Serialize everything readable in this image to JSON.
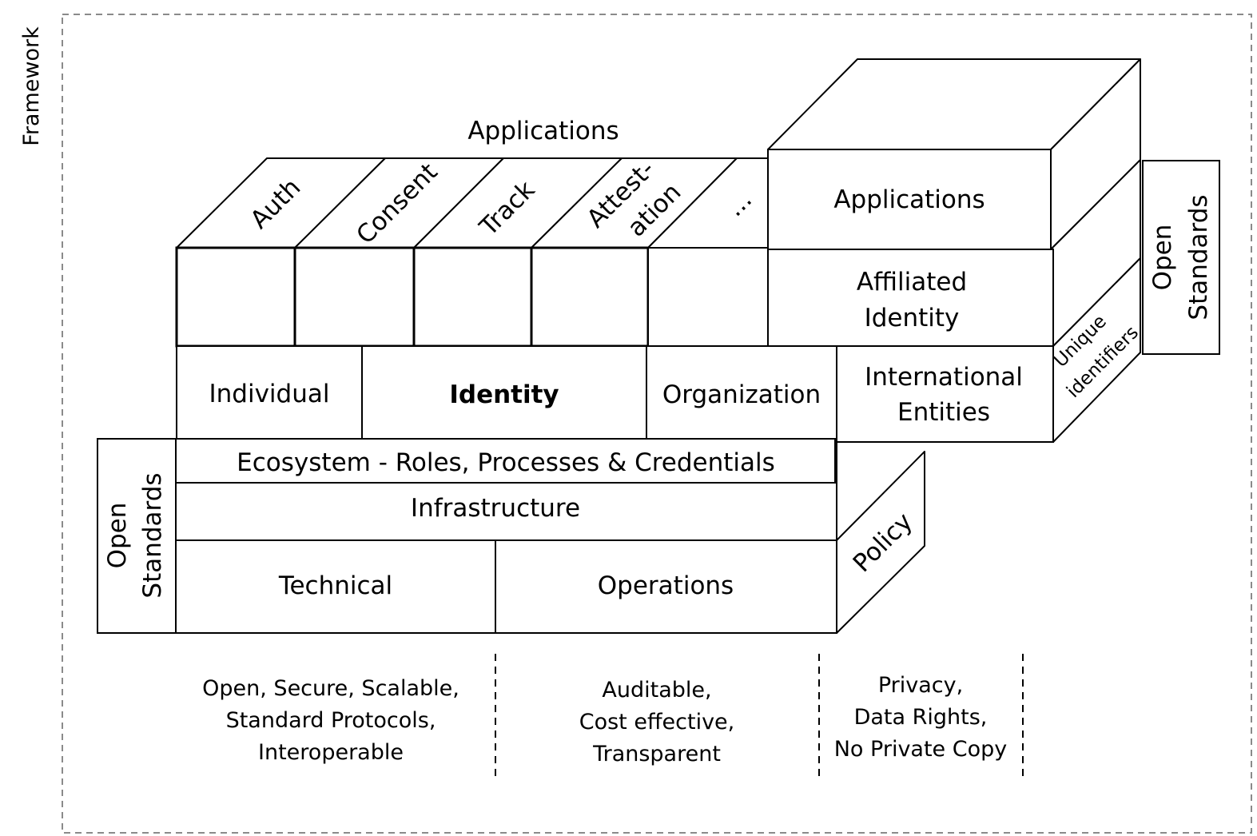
{
  "framework_label": "Framework",
  "applications_title": "Applications",
  "app_columns": {
    "auth": "Auth",
    "consent": "Consent",
    "track": "Track",
    "attest_line1": "Attest-",
    "attest_line2": "ation",
    "more": "..."
  },
  "right_stack": {
    "applications": "Applications",
    "affiliated_line1": "Affiliated",
    "affiliated_line2": "Identity",
    "international_line1": "International",
    "international_line2": "Entities",
    "unique_line1": "Unique",
    "unique_line2": "identifiers",
    "open_standards_line1": "Open",
    "open_standards_line2": "Standards"
  },
  "identity_row": {
    "individual": "Individual",
    "identity": "Identity",
    "organization": "Organization"
  },
  "ecosystem": "Ecosystem - Roles, Processes & Credentials",
  "infrastructure": "Infrastructure",
  "technical": "Technical",
  "operations": "Operations",
  "policy": "Policy",
  "left_open_standards": {
    "line1": "Open",
    "line2": "Standards"
  },
  "captions": {
    "technical": [
      "Open, Secure, Scalable,",
      "Standard Protocols,",
      "Interoperable"
    ],
    "operations": [
      "Auditable,",
      "Cost effective,",
      "Transparent"
    ],
    "policy": [
      "Privacy,",
      "Data Rights,",
      "No Private Copy"
    ]
  },
  "colors": {
    "technical_fill": "#FCD767"
  }
}
